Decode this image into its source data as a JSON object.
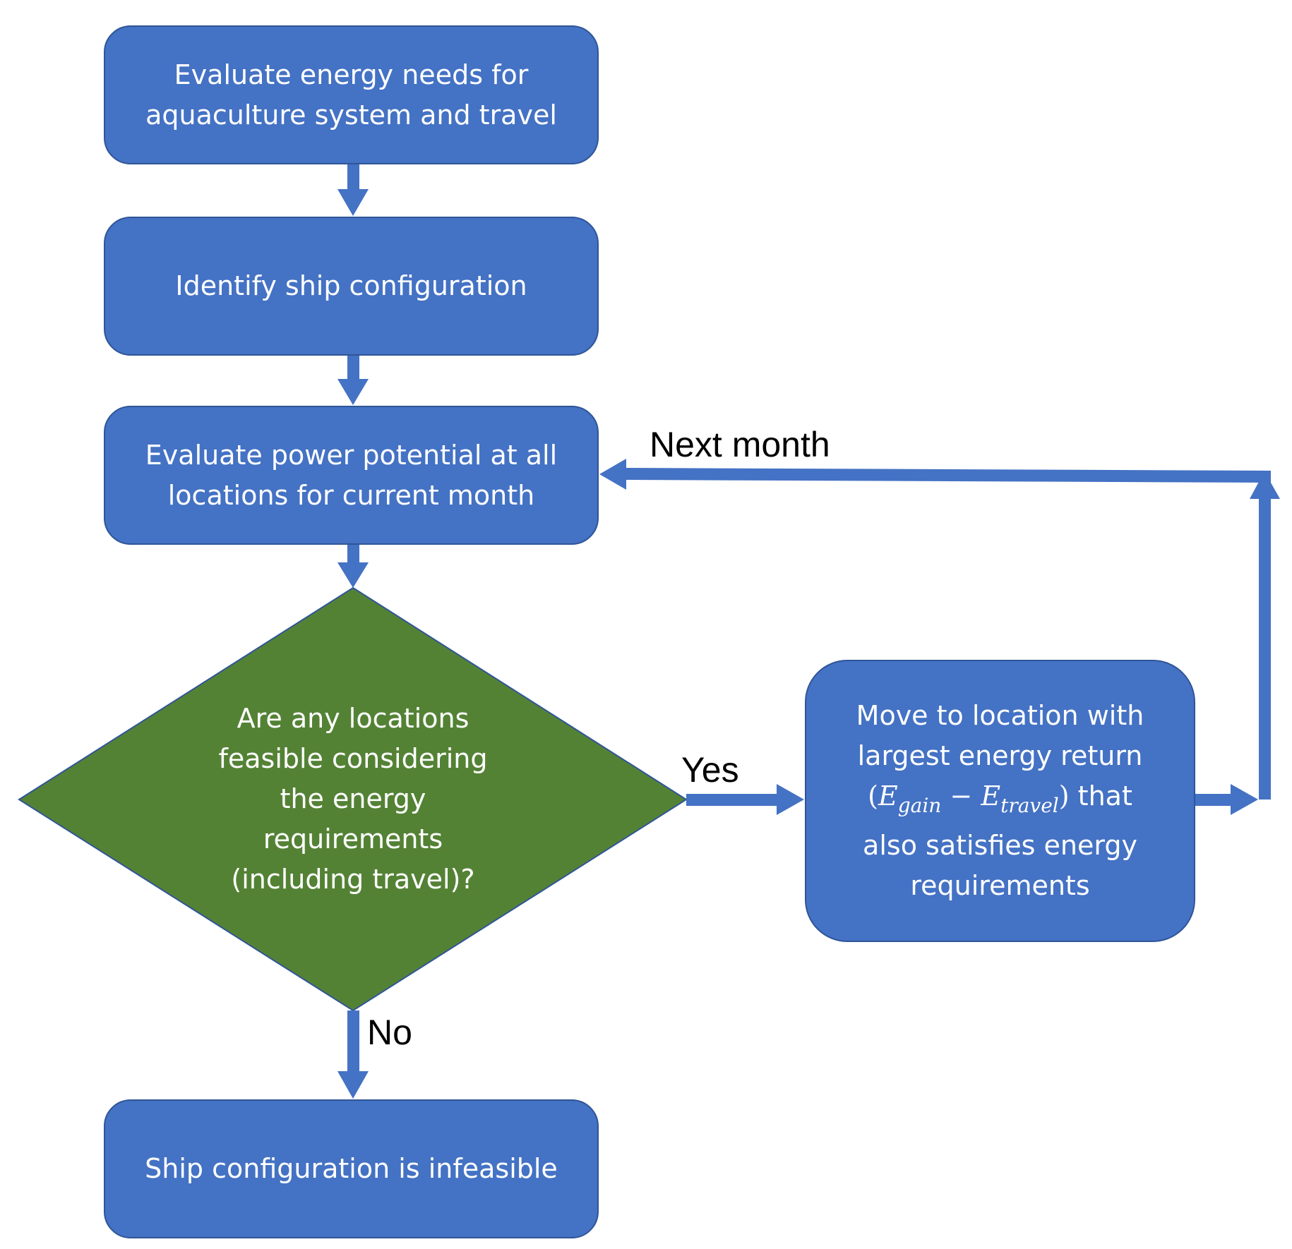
{
  "nodes": {
    "evaluate_energy_needs": {
      "lines": [
        "Evaluate energy needs for",
        "aquaculture system and travel"
      ]
    },
    "identify_configuration": {
      "lines": [
        "Identify ship configuration"
      ]
    },
    "evaluate_power_potential": {
      "lines": [
        "Evaluate power potential at all",
        "locations for current month"
      ]
    },
    "feasibility_decision": {
      "lines": [
        "Are any locations",
        "feasible considering",
        "the energy",
        "requirements",
        "(including travel)?"
      ]
    },
    "move_to_location": {
      "line1": "Move to location with",
      "line2": "largest energy return",
      "math_open": "(",
      "e_gain_symbol": "E",
      "e_gain_sub": "gain",
      "minus": " − ",
      "e_travel_symbol": "E",
      "e_travel_sub": "travel",
      "math_close": ")",
      "line3_suffix": " that",
      "line4": "also satisfies energy",
      "line5": "requirements"
    },
    "infeasible": {
      "lines": [
        "Ship configuration is infeasible"
      ]
    }
  },
  "edge_labels": {
    "next_month": "Next month",
    "yes": "Yes",
    "no": "No"
  },
  "colors": {
    "process_fill": "#4472c4",
    "process_border": "#2f5597",
    "decision_fill": "#548235",
    "decision_border": "#2f5597",
    "arrow": "#4472c4"
  }
}
